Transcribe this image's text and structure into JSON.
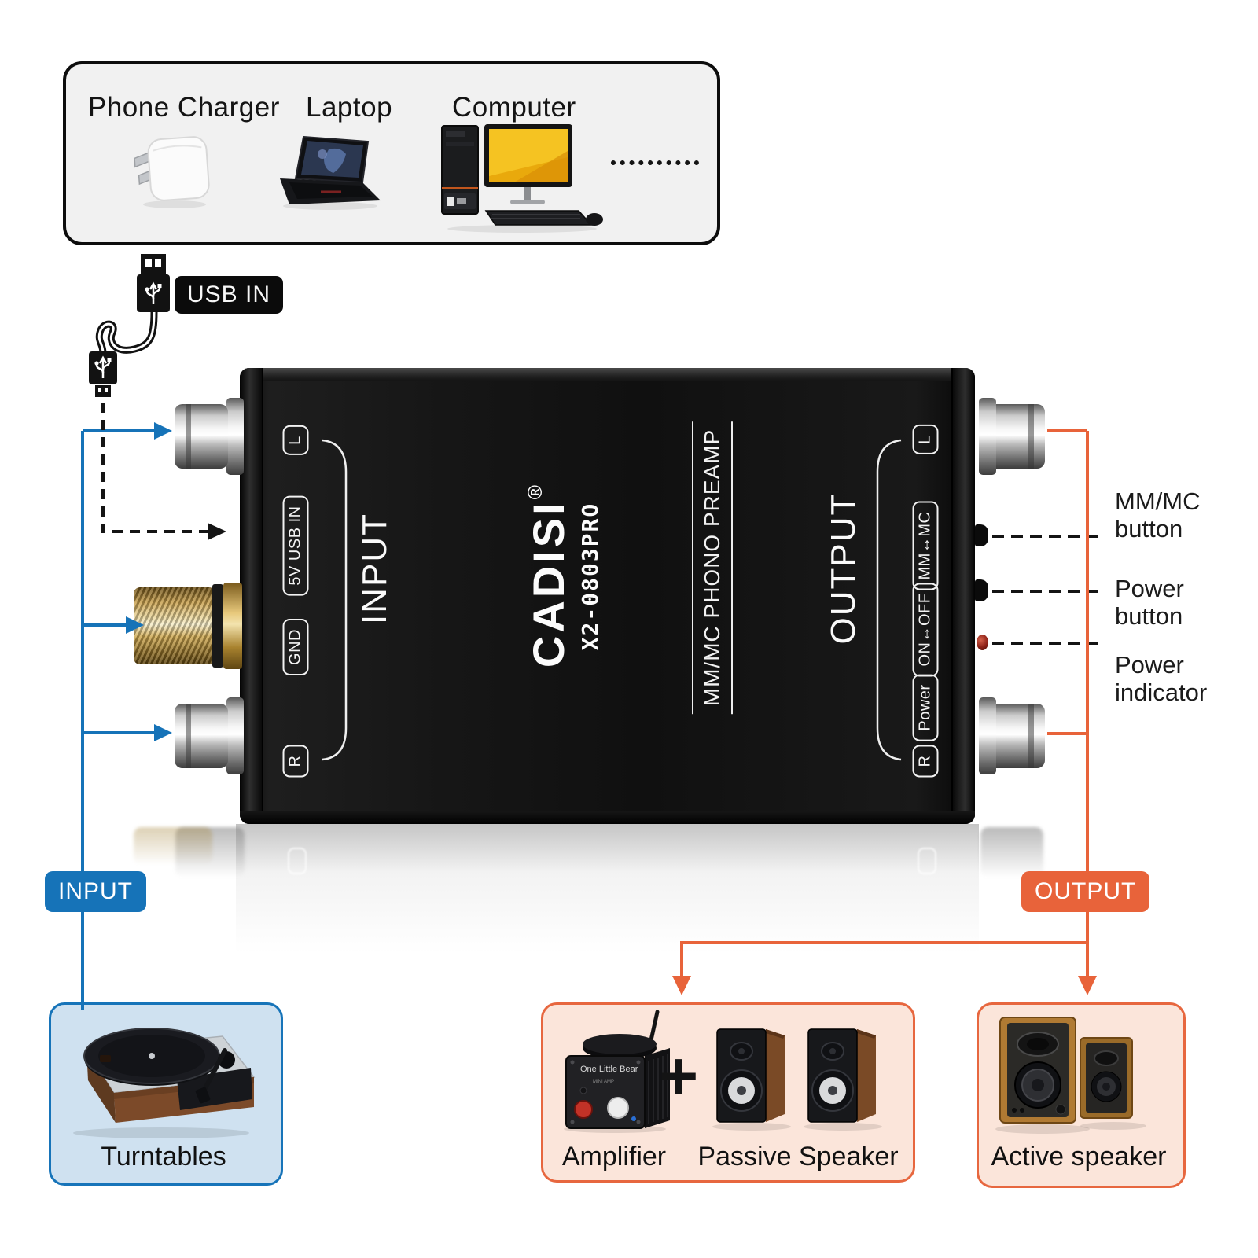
{
  "source_panel": {
    "items": [
      {
        "label": "Phone Charger"
      },
      {
        "label": "Laptop"
      },
      {
        "label": "Computer"
      }
    ]
  },
  "usb": {
    "badge": "USB IN"
  },
  "device": {
    "brand": "CADISI",
    "reg": "®",
    "model": "X2-0803PRO",
    "subtitle": "MM/MC PHONO PREAMP",
    "input_title": "INPUT",
    "output_title": "OUTPUT",
    "input_ports": [
      "L",
      "5V USB IN",
      "GND",
      "R"
    ],
    "output_ports": [
      "L",
      "MM↔MC",
      "ON↔OFF",
      "Power",
      "R"
    ]
  },
  "callouts": {
    "mm_mc": {
      "line1": "MM/MC",
      "line2": "button"
    },
    "power_button": {
      "line1": "Power",
      "line2": "button"
    },
    "power_indicator": {
      "line1": "Power",
      "line2": "indicator"
    }
  },
  "flow": {
    "input_badge": "INPUT",
    "output_badge": "OUTPUT"
  },
  "cards": {
    "turntables": {
      "label": "Turntables"
    },
    "amp_passive": {
      "amplifier_label": "Amplifier",
      "plus": "+",
      "passive_label": "Passive Speaker",
      "amplifier_brand": "One Little Bear"
    },
    "active": {
      "label": "Active speaker"
    }
  },
  "colors": {
    "blue": "#1673b8",
    "orange": "#e8633a",
    "turntable_card_fill": "#cfe1f0",
    "speaker_card_fill": "#fbe5da",
    "device_black": "#111111",
    "led_red": "#8e2218"
  }
}
